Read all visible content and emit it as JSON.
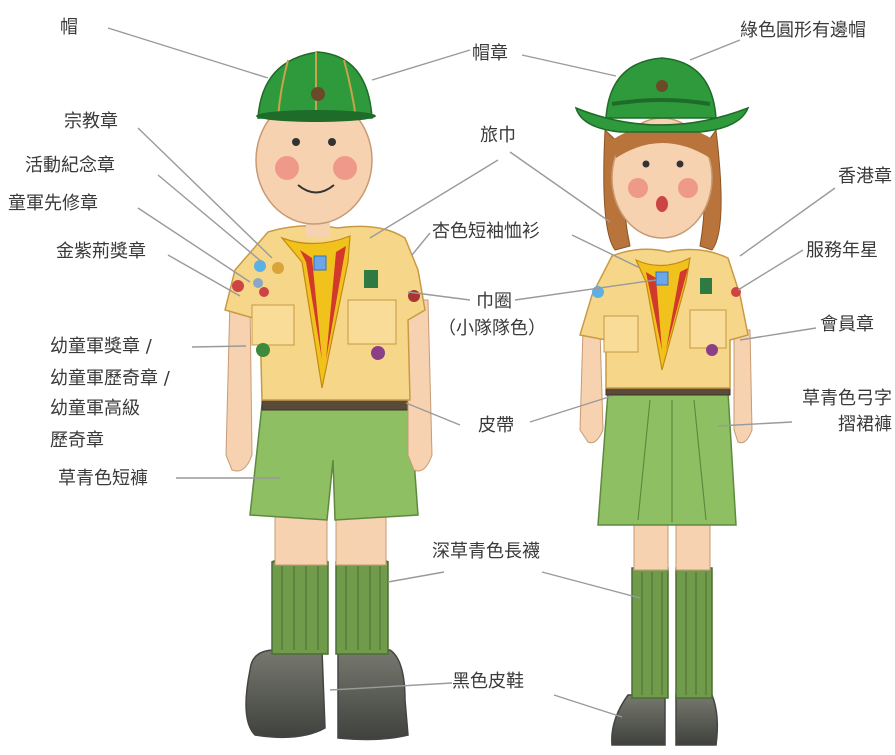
{
  "labels": {
    "cap": "帽",
    "cap_badge": "帽章",
    "green_brim_hat": "綠色圓形有邊帽",
    "religion_badge": "宗教章",
    "scarf": "旅巾",
    "activity_badge": "活動紀念章",
    "hk_badge": "香港章",
    "pioneer_badge": "童軍先修章",
    "shirt": "杏色短袖恤衫",
    "service_star": "服務年星",
    "gold_award": "金紫荊獎章",
    "woggle_line1": "巾圈",
    "woggle_line2": "（小隊隊色）",
    "membership_badge": "會員章",
    "cub_awards": [
      "幼童軍獎章 /",
      "幼童軍歷奇章 /",
      "幼童軍高級",
      "歷奇章"
    ],
    "skort_line1": "草青色弓字",
    "skort_line2": "摺裙褲",
    "belt": "皮帶",
    "shorts": "草青色短褲",
    "socks": "深草青色長襪",
    "shoes": "黑色皮鞋"
  },
  "colors": {
    "hat_green": "#2f9a3c",
    "shirt_beige": "#f6d78a",
    "scarf_red": "#d2382c",
    "scarf_yellow": "#f2c21c",
    "shorts_green": "#8fbf63",
    "socks_green": "#6f9b4b",
    "shoes_gray": "#5f625c",
    "skin": "#f7d2b0",
    "hair": "#b8743a"
  }
}
